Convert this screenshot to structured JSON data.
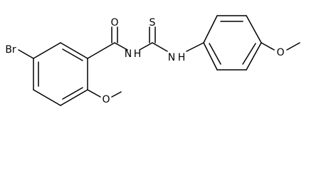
{
  "molecule": {
    "atom_labels": {
      "bromine": "Br",
      "carbonyl_oxygen": "O",
      "thione_sulfur": "S",
      "amide_nitrogen": "N",
      "amide_hydrogen": "H",
      "thioamide_nitrogen": "N",
      "thioamide_hydrogen": "H",
      "methoxy_oxygen_left": "O",
      "methoxy_oxygen_right": "O"
    }
  },
  "colors": {
    "bonds": "#000000",
    "labels": "#000000",
    "background": "#ffffff"
  }
}
